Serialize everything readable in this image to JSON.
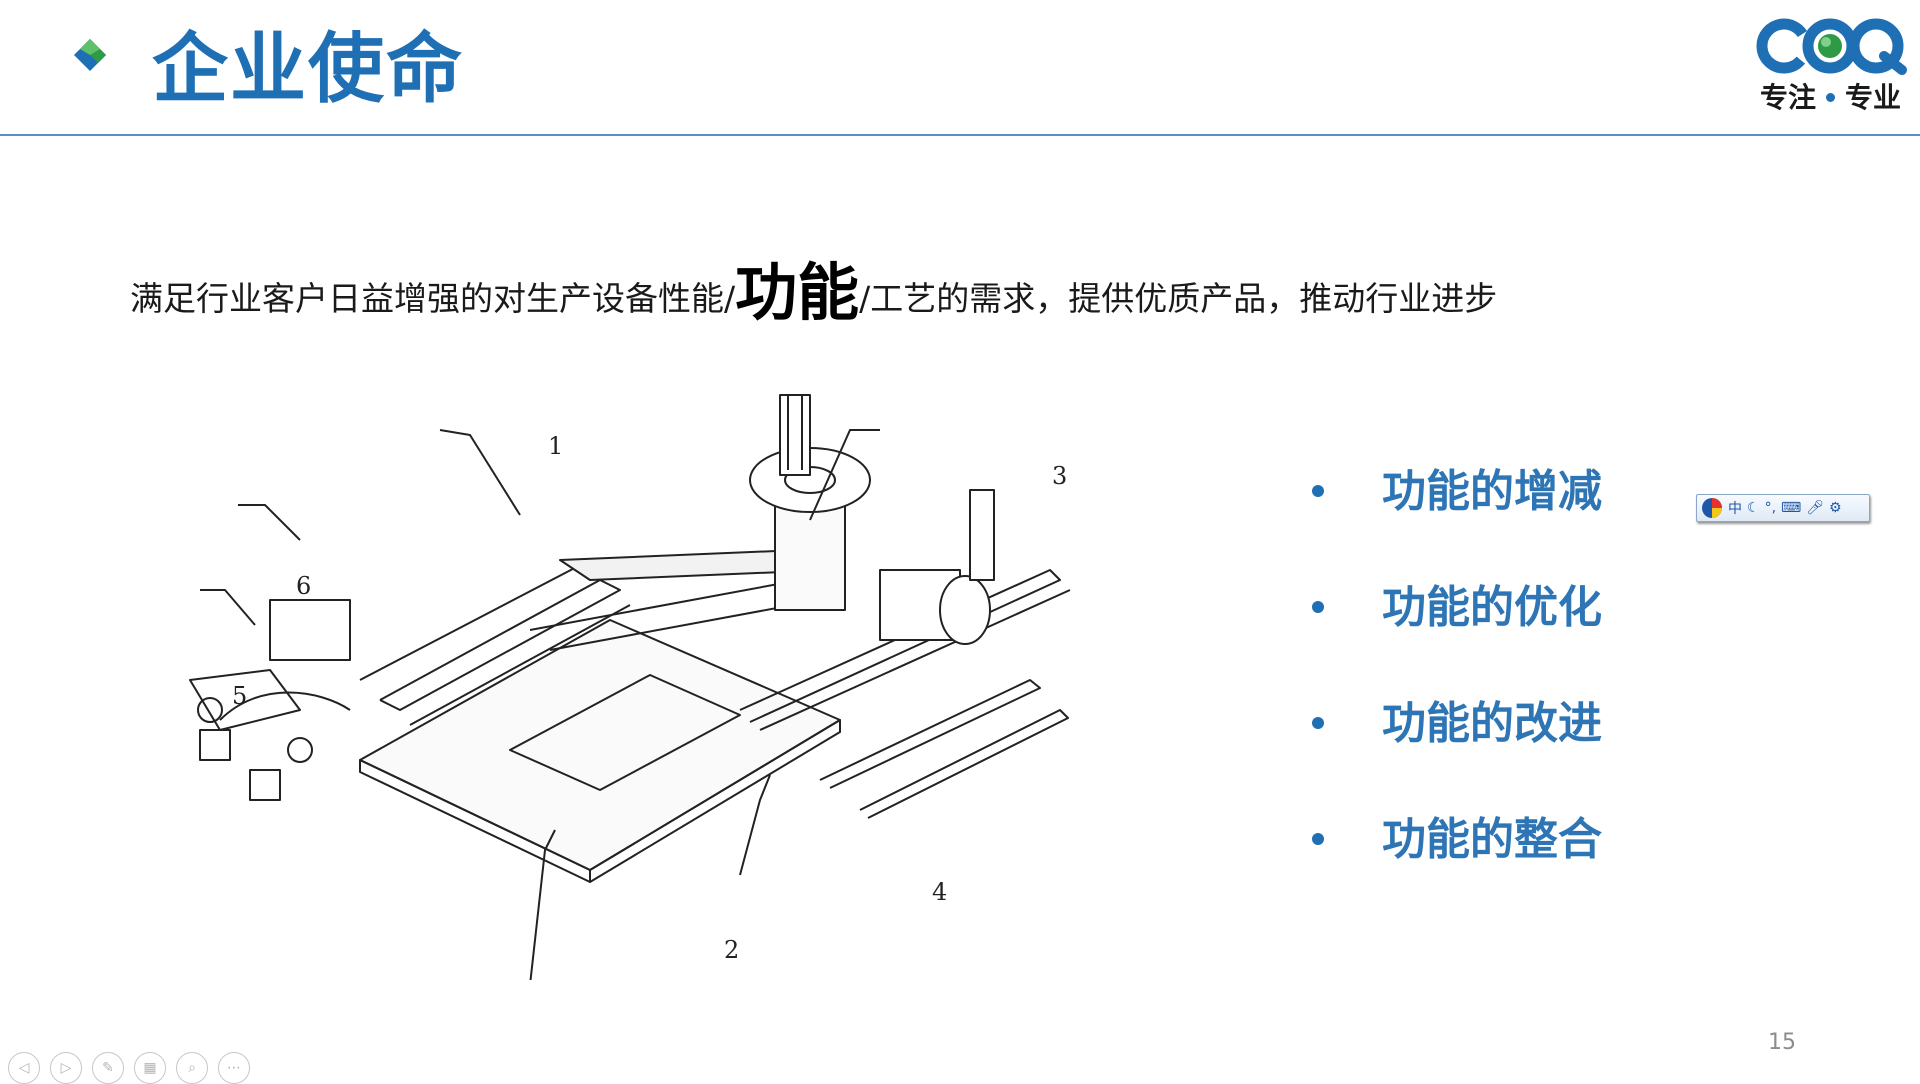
{
  "header": {
    "title": "企业使命",
    "logo_text_left": "专注",
    "logo_text_right": "专业"
  },
  "mission": {
    "text_before": "满足行业客户日益增强的对生产设备性能/",
    "emphasis": "功能",
    "text_after": "/工艺的需求，提供优质产品，推动行业进步"
  },
  "drawing": {
    "callouts": [
      "1",
      "2",
      "3",
      "4",
      "5",
      "6"
    ]
  },
  "bullets": [
    {
      "label": "功能的增减"
    },
    {
      "label": "功能的优化"
    },
    {
      "label": "功能的改进"
    },
    {
      "label": "功能的整合"
    }
  ],
  "ime_toolbar": {
    "mode_label": "中"
  },
  "footer": {
    "page_number": "15"
  },
  "colors": {
    "accent": "#1f6fb5",
    "bullet_text": "#2e75b6",
    "rule": "#5b8ec4"
  }
}
